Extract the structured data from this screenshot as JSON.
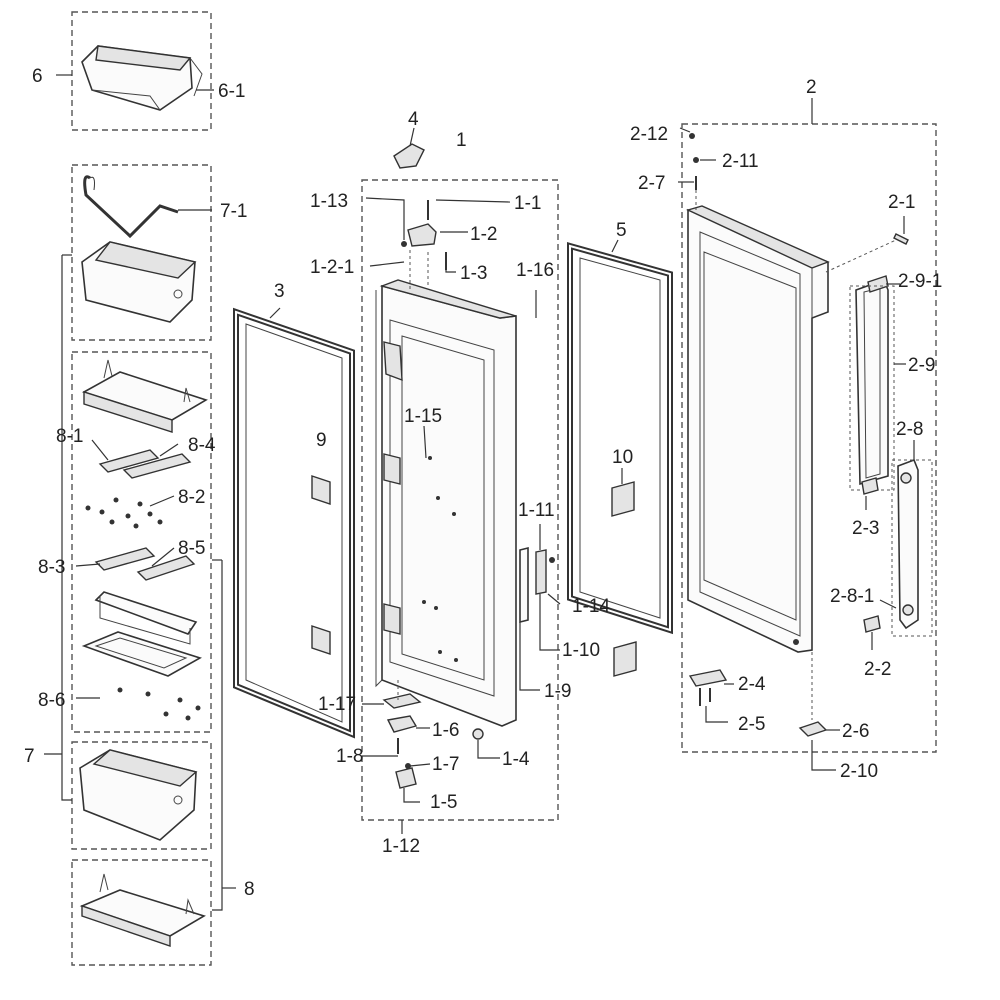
{
  "labels": {
    "l6": "6",
    "l6_1": "6-1",
    "l7": "7",
    "l7_1": "7-1",
    "l8": "8",
    "l8_1": "8-1",
    "l8_2": "8-2",
    "l8_3": "8-3",
    "l8_4": "8-4",
    "l8_5": "8-5",
    "l8_6": "8-6",
    "l3": "3",
    "l9": "9",
    "l4": "4",
    "l1": "1",
    "l1_1": "1-1",
    "l1_2": "1-2",
    "l1_2_1": "1-2-1",
    "l1_3": "1-3",
    "l1_4": "1-4",
    "l1_5": "1-5",
    "l1_6": "1-6",
    "l1_7": "1-7",
    "l1_8": "1-8",
    "l1_9": "1-9",
    "l1_10": "1-10",
    "l1_11": "1-11",
    "l1_12": "1-12",
    "l1_13": "1-13",
    "l1_14": "1-14",
    "l1_15": "1-15",
    "l1_16": "1-16",
    "l1_17": "1-17",
    "l5": "5",
    "l10": "10",
    "l2": "2",
    "l2_1": "2-1",
    "l2_2": "2-2",
    "l2_3": "2-3",
    "l2_4": "2-4",
    "l2_5": "2-5",
    "l2_6": "2-6",
    "l2_7": "2-7",
    "l2_8": "2-8",
    "l2_8_1": "2-8-1",
    "l2_9": "2-9",
    "l2_9_1": "2-9-1",
    "l2_10": "2-10",
    "l2_11": "2-11",
    "l2_12": "2-12"
  }
}
